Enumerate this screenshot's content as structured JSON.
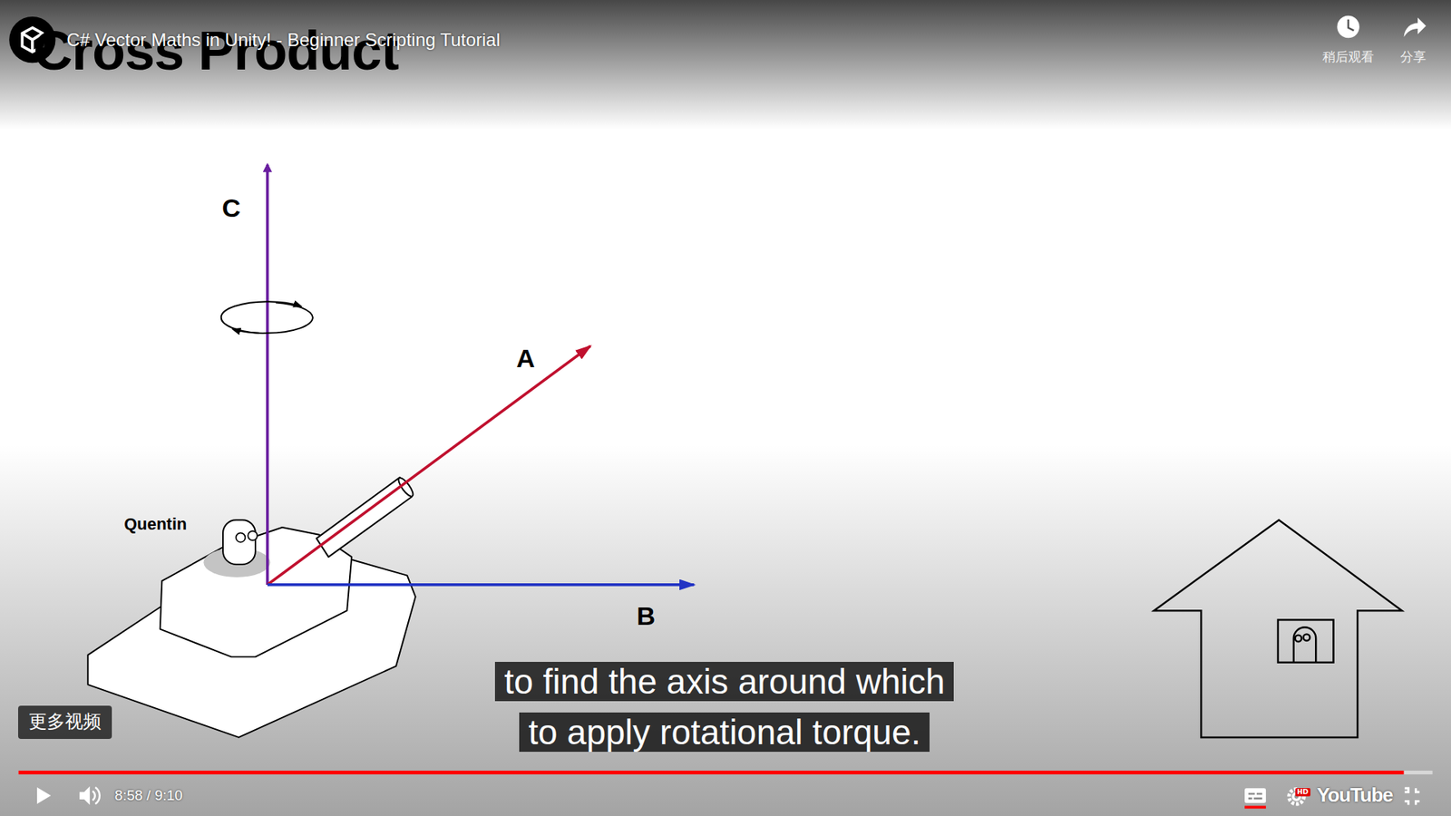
{
  "diagram": {
    "title": "Cross Product",
    "caption": "to find the axis around which to apply rotational torque.",
    "nodes": [
      {
        "text": [
          "更多视频"
        ]
      },
      {
        "text": [
          "HD"
        ]
      }
    ],
    "labels": [
      "C# Vector Maths in Unity! - Beginner Scripting Tutorial",
      "稍后观看",
      "分享",
      "C",
      "A",
      "B",
      "Quentin",
      "8:58 / 9:10",
      "YouTube"
    ]
  }
}
